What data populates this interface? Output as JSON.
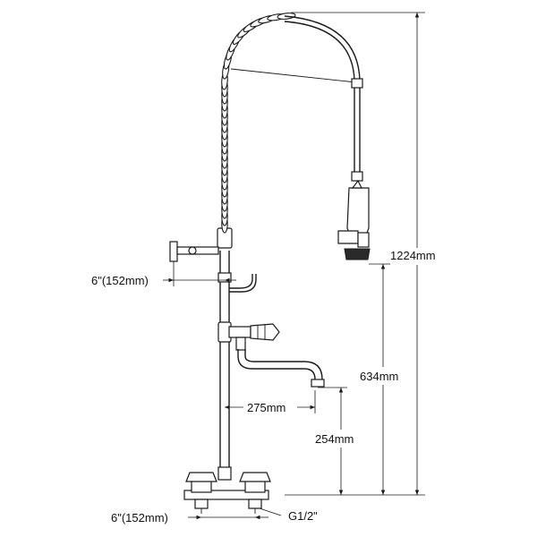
{
  "dimensions": {
    "total_height": "1224mm",
    "spray_height": "634mm",
    "spout_height": "254mm",
    "spout_reach": "275mm",
    "wall_bracket_offset": "6\"(152mm)",
    "inlet_centers": "6\"(152mm)",
    "inlet_thread": "G1/2\""
  },
  "icons": {
    "pre_rinse_spring": "spring-coil-icon",
    "spray_valve": "spray-valve-icon",
    "faucet_handles": "cross-handle-icon"
  }
}
